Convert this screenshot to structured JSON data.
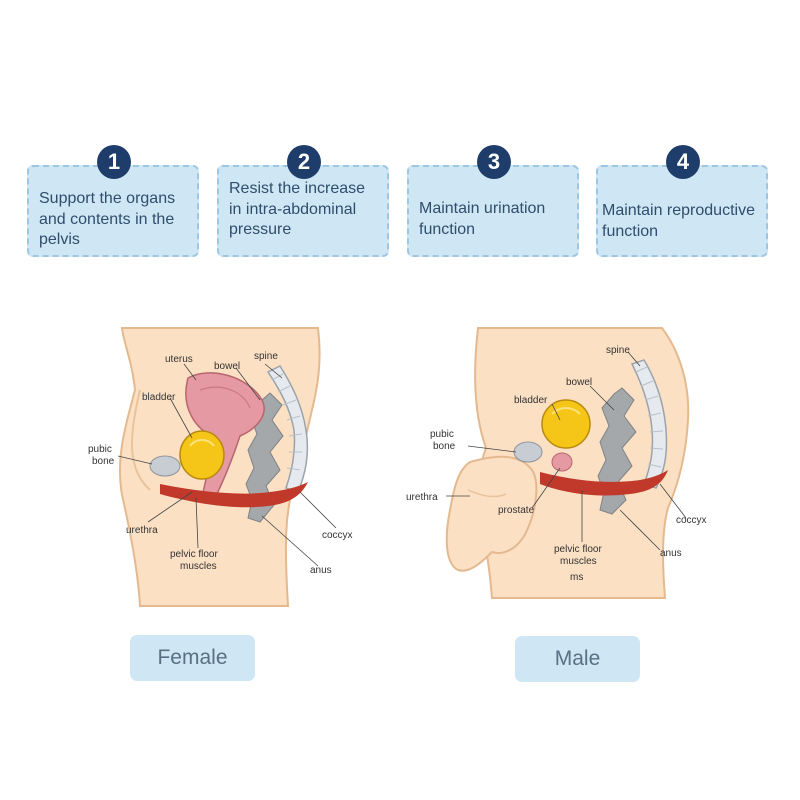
{
  "functions": [
    {
      "number": "1",
      "text": "Support the organs\nand contents in the\npelvis"
    },
    {
      "number": "2",
      "text": "Resist the increase\nin intra-abdominal\npressure"
    },
    {
      "number": "3",
      "text": "Maintain urination\nfunction"
    },
    {
      "number": "4",
      "text": "Maintain reproductive\nfunction"
    }
  ],
  "female": {
    "caption": "Female",
    "labels": {
      "uterus": "uterus",
      "bowel": "bowel",
      "spine": "spine",
      "bladder": "bladder",
      "pubic_bone": "pubic\nbone",
      "urethra": "urethra",
      "pelvic_floor": "pelvic floor\nmuscles",
      "coccyx": "coccyx",
      "anus": "anus"
    }
  },
  "male": {
    "caption": "Male",
    "labels": {
      "spine": "spine",
      "bowel": "bowel",
      "bladder": "bladder",
      "pubic_bone": "pubic\nbone",
      "urethra": "urethra",
      "prostate": "prostate",
      "pelvic_floor": "pelvic floor\nmuscles",
      "ms": "ms",
      "coccyx": "coccyx",
      "anus": "anus"
    }
  },
  "colors": {
    "card_bg": "#cfe7f4",
    "card_border": "#9ec6e0",
    "number_badge": "#1f3d6a",
    "skin": "#fbe0c4",
    "skin_outline": "#e5b98f",
    "muscle": "#c0392b",
    "bladder": "#f5c518",
    "bowel": "#a5a8ab"
  }
}
